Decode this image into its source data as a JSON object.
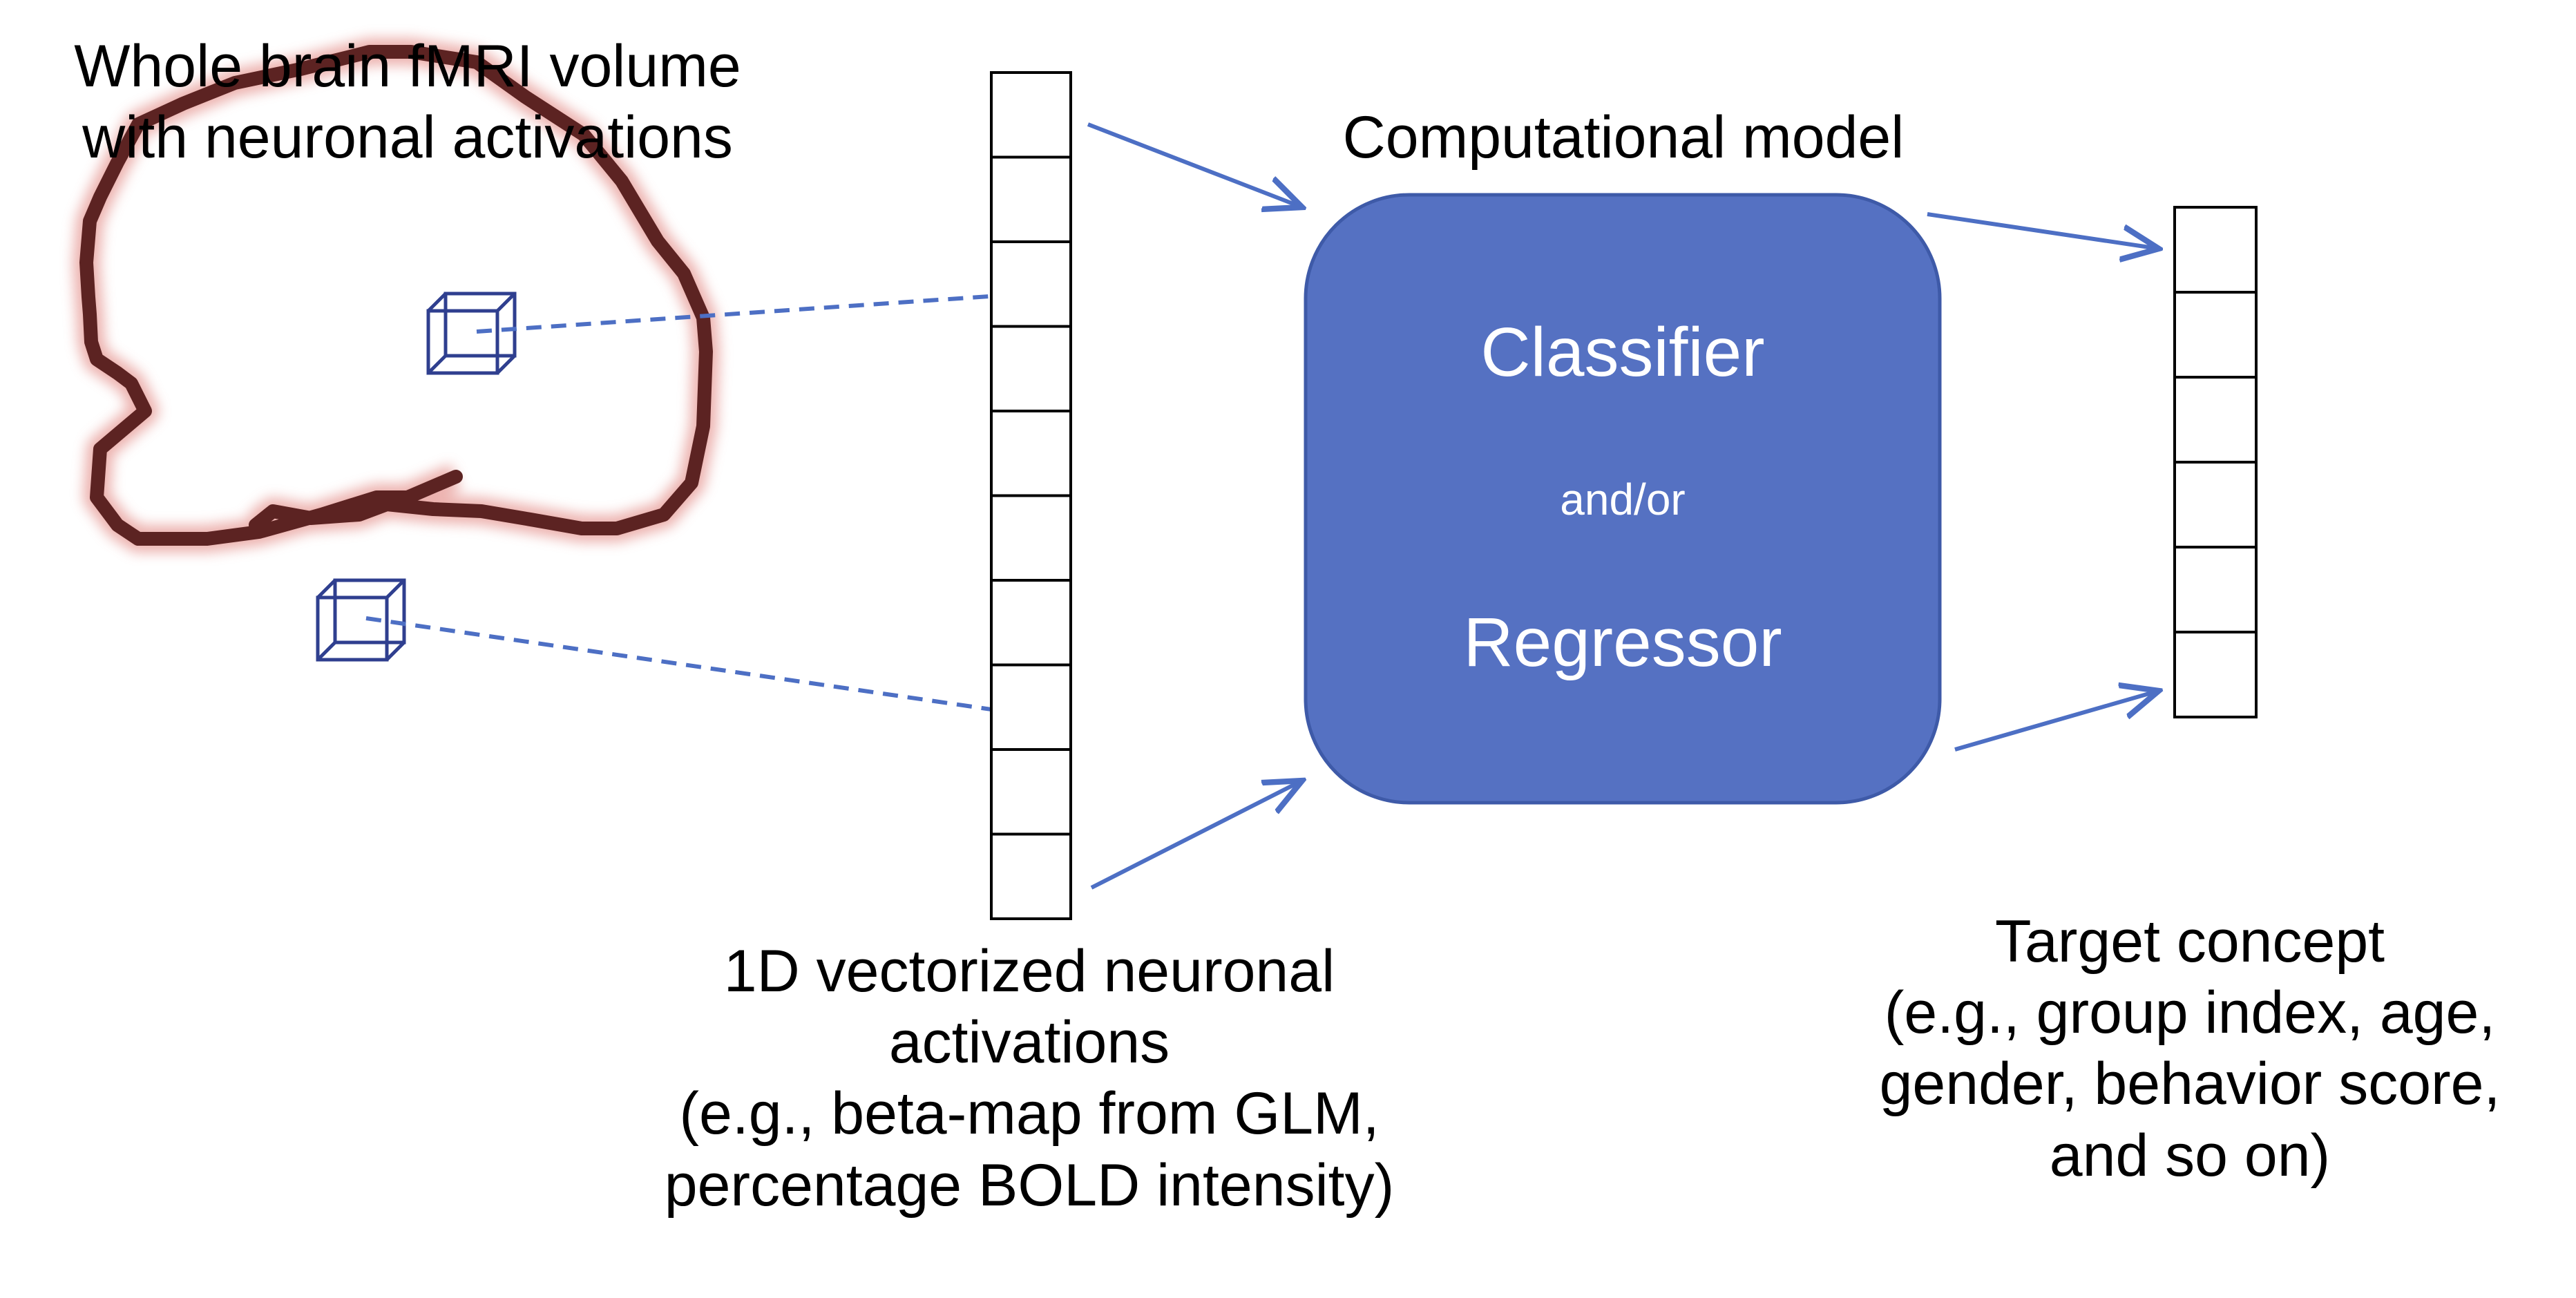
{
  "brain": {
    "title_line1": "Whole brain fMRI volume",
    "title_line2": "with neuronal activations",
    "outline_color": "#5c2322",
    "glow_color": "#e8a09c"
  },
  "model": {
    "heading": "Computational model",
    "classifier": "Classifier",
    "and_or": "and/or",
    "regressor": "Regressor",
    "fill": "#5571c2"
  },
  "vector": {
    "cells": 10,
    "caption_line1": "1D vectorized neuronal",
    "caption_line2": "activations",
    "caption_line3": "(e.g., beta-map from GLM,",
    "caption_line4": "percentage BOLD intensity)"
  },
  "target": {
    "cells": 6,
    "caption_line1": "Target concept",
    "caption_line2": "(e.g., group index, age,",
    "caption_line3": "gender, behavior score,",
    "caption_line4": "and so on)"
  },
  "arrow_color": "#4d6fc4",
  "voxel_color": "#2f3f8f"
}
